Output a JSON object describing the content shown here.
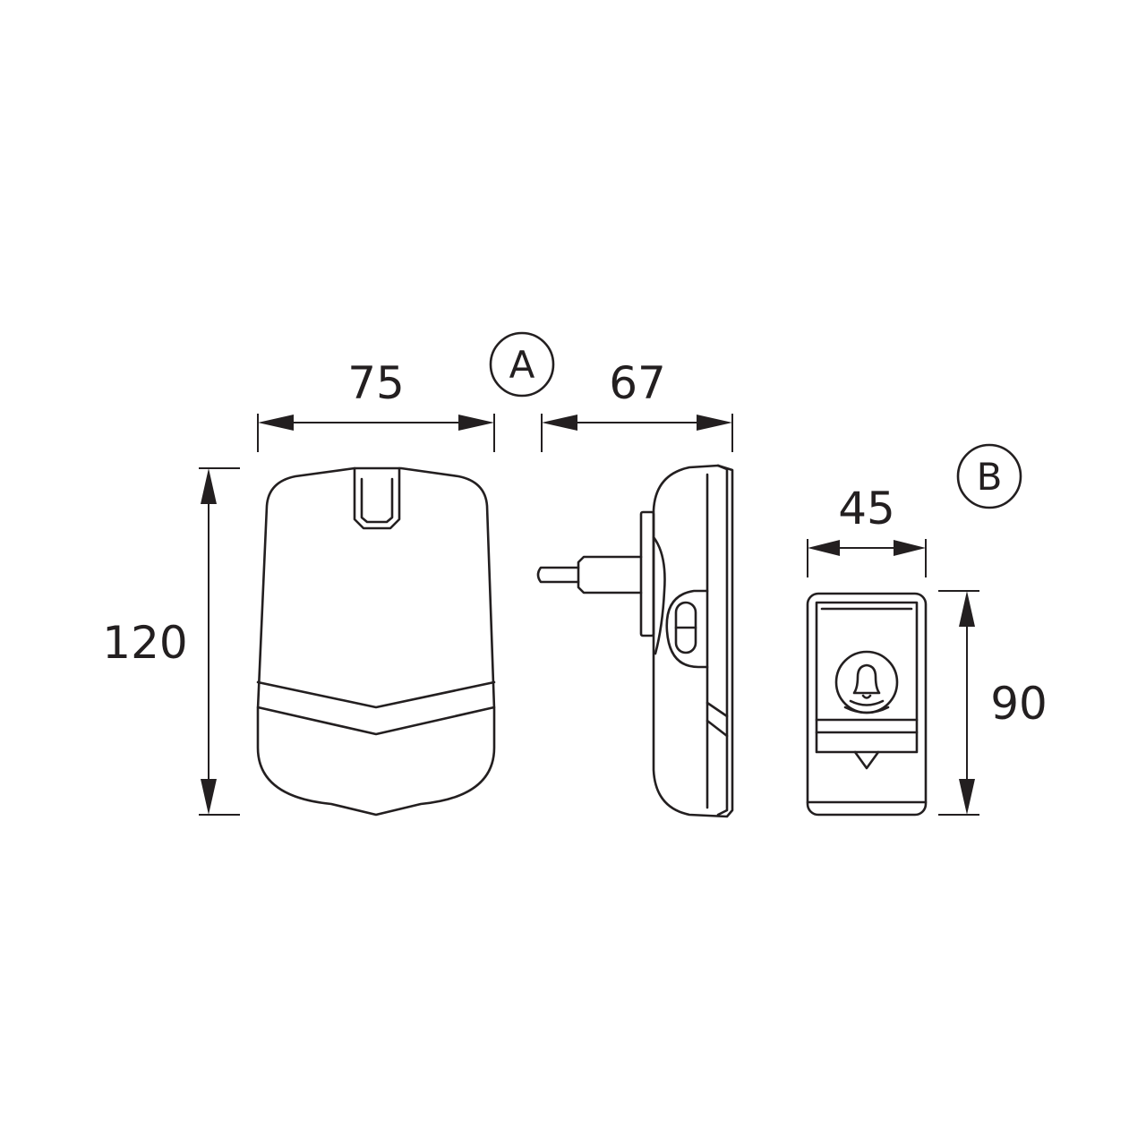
{
  "diagram": {
    "unit_a_tag": "A",
    "unit_b_tag": "B",
    "dimensions": {
      "unit_a_width": "75",
      "unit_a_depth": "67",
      "unit_a_height": "120",
      "unit_b_width": "45",
      "unit_b_height": "90"
    },
    "icons": {
      "unit_b_button": "bell-icon"
    },
    "colors": {
      "line": "#231f20",
      "background": "#ffffff"
    }
  }
}
